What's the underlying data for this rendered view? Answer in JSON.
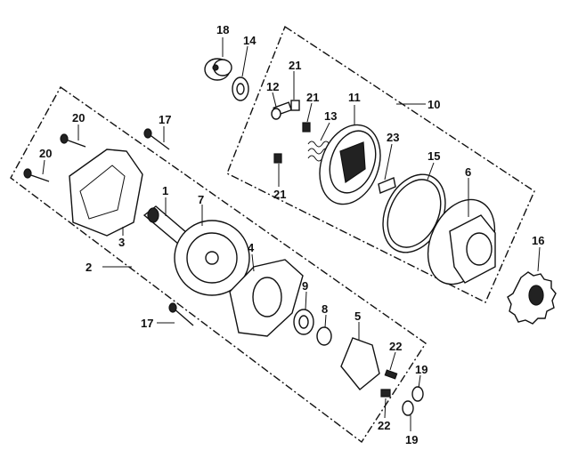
{
  "diagram": {
    "labels": {
      "p1": "1",
      "p2": "2",
      "p3": "3",
      "p4": "4",
      "p5": "5",
      "p6": "6",
      "p7": "7",
      "p8": "8",
      "p9": "9",
      "p10": "10",
      "p11": "11",
      "p12": "12",
      "p13": "13",
      "p14": "14",
      "p15": "15",
      "p16": "16",
      "p17a": "17",
      "p17b": "17",
      "p18": "18",
      "p19a": "19",
      "p19b": "19",
      "p20a": "20",
      "p20b": "20",
      "p21a": "21",
      "p21b": "21",
      "p21c": "21",
      "p22a": "22",
      "p22b": "22",
      "p23": "23"
    },
    "colors": {
      "ink": "#111111",
      "paper": "#ffffff"
    }
  }
}
